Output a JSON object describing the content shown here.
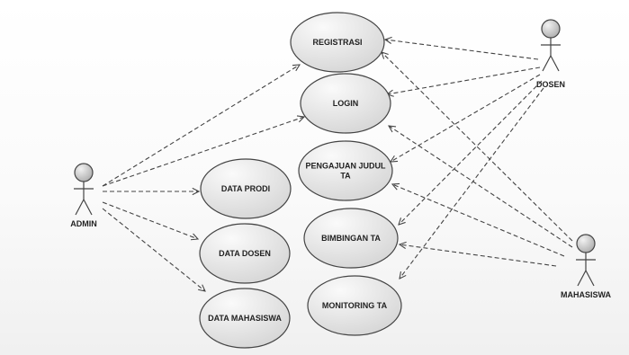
{
  "actors": {
    "admin": {
      "name": "ADMIN"
    },
    "dosen": {
      "name": "DOSEN"
    },
    "mahasiswa": {
      "name": "MAHASISWA"
    }
  },
  "use_cases": {
    "registrasi": {
      "lines": [
        "REGISTRASI"
      ]
    },
    "login": {
      "lines": [
        "LOGIN"
      ]
    },
    "pengajuan_judul_ta": {
      "lines": [
        "PENGAJUAN JUDUL",
        "TA"
      ]
    },
    "data_prodi": {
      "lines": [
        "DATA PRODI"
      ]
    },
    "bimbingan_ta": {
      "lines": [
        "BIMBINGAN TA"
      ]
    },
    "data_dosen": {
      "lines": [
        "DATA DOSEN"
      ]
    },
    "monitoring_ta": {
      "lines": [
        "MONITORING TA"
      ]
    },
    "data_mahasiswa": {
      "lines": [
        "DATA MAHASISWA"
      ]
    }
  },
  "associations": [
    {
      "from": "admin",
      "to": "registrasi"
    },
    {
      "from": "admin",
      "to": "login"
    },
    {
      "from": "admin",
      "to": "data_prodi"
    },
    {
      "from": "admin",
      "to": "data_dosen"
    },
    {
      "from": "admin",
      "to": "data_mahasiswa"
    },
    {
      "from": "dosen",
      "to": "registrasi"
    },
    {
      "from": "dosen",
      "to": "login"
    },
    {
      "from": "dosen",
      "to": "pengajuan_judul_ta"
    },
    {
      "from": "dosen",
      "to": "bimbingan_ta"
    },
    {
      "from": "dosen",
      "to": "monitoring_ta"
    },
    {
      "from": "mahasiswa",
      "to": "registrasi"
    },
    {
      "from": "mahasiswa",
      "to": "login"
    },
    {
      "from": "mahasiswa",
      "to": "pengajuan_judul_ta"
    },
    {
      "from": "mahasiswa",
      "to": "bimbingan_ta"
    }
  ],
  "colors": {
    "ellipse_light": "#fafafa",
    "ellipse_dark": "#d4d4d4",
    "stroke": "#444444",
    "actor_head_light": "#f2f2f2",
    "actor_head_dark": "#a9a9a9"
  }
}
